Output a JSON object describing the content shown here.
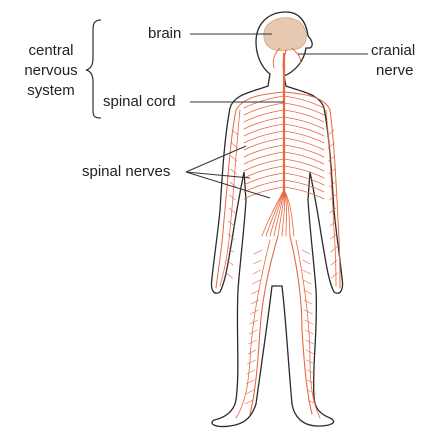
{
  "labels": {
    "brain": "brain",
    "spinal_cord": "spinal cord",
    "spinal_nerves": "spinal nerves",
    "cns_line1": "central",
    "cns_line2": "nervous",
    "cns_line3": "system",
    "cranial_line1": "cranial",
    "cranial_line2": "nerve"
  },
  "colors": {
    "nerve": "#e8683f",
    "outline": "#2b2b2b",
    "brain": "#e6c9b0",
    "leader": "#333333"
  }
}
